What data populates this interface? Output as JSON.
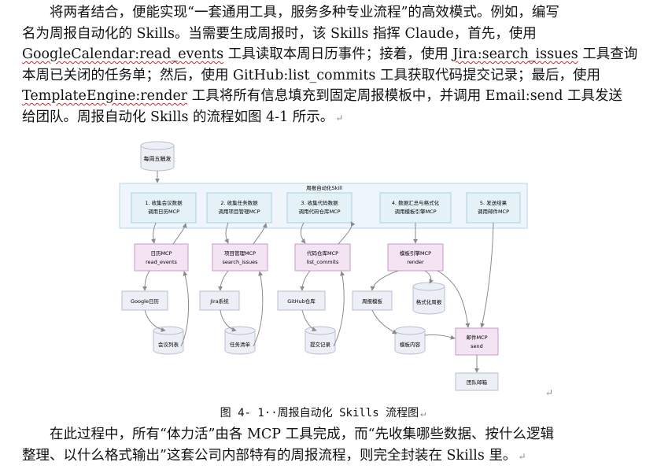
{
  "paragraph1": {
    "line1": "将两者结合，便能实现“一套通用工具，服务多种专业流程”的高效模式。例如，编写",
    "line2": "名为周报自动化的 Skills。当需要生成周报时，该 Skills 指挥 Claude，首先，使用",
    "line3_tool": "GoogleCalendar:read_events",
    "line3_rest": " 工具读取本周日历事件；接着，使用 ",
    "line3_tool2": "Jira:search_issues",
    "line3_tail": " 工具查询",
    "line4": "本周已关闭的任务单；然后，使用 GitHub:list_commits 工具获取代码提交记录；最后，使用",
    "line5_tool": "TemplateEngine:render",
    "line5_rest": " 工具将所有信息填充到固定周报模板中，并调用 Email:send 工具发送",
    "line6": "给团队。周报自动化 Skills 的流程如图 4-1 所示。"
  },
  "paragraph_mark": "↵",
  "figure": {
    "trigger": "每周五触发",
    "group_title": "周报自动化Skill",
    "steps": [
      {
        "line1": "1. 收集会议数据",
        "line2": "调用日历MCP"
      },
      {
        "line1": "2. 收集任务数据",
        "line2": "调用项目管理MCP"
      },
      {
        "line1": "3. 收集代码数据",
        "line2": "调用代码仓库MCP"
      },
      {
        "line1": "4. 数据汇总与格式化",
        "line2": "调用模板引擎MCP"
      },
      {
        "line1": "5. 发送结果",
        "line2": "调用邮件MCP"
      }
    ],
    "mcps": [
      {
        "line1": "日历MCP",
        "line2": "read_events"
      },
      {
        "line1": "项目管理MCP",
        "line2": "search_issues"
      },
      {
        "line1": "代码仓库MCP",
        "line2": "list_commits"
      },
      {
        "line1": "模板引擎MCP",
        "line2": "render"
      }
    ],
    "sources": [
      "Google日历",
      "Jira系统",
      "GitHub仓库",
      "周报模板"
    ],
    "outputs": [
      "会议列表",
      "任务清单",
      "提交记录",
      "模板内容"
    ],
    "formatted": "格式化周报",
    "mail": {
      "line1": "邮件MCP",
      "line2": "send"
    },
    "team_mail": "团队邮箱"
  },
  "caption": "图 4- 1··周报自动化 Skills 流程图",
  "paragraph2": {
    "line1": "在此过程中，所有“体力活”由各 MCP 工具完成，而“先收集哪些数据、按什么逻辑",
    "line2": "整理、以什么格式输出”这套公司内部特有的周报流程，则完全封装在 Skills 里。"
  },
  "colors": {
    "step_fill": "#e4f2f7",
    "step_stroke": "#a9cde0",
    "mcp_fill": "#f3e3f3",
    "mcp_stroke": "#c79bc8",
    "node_fill": "#eceff6",
    "node_stroke": "#b8bfd0",
    "edge": "#8a8a8a"
  }
}
